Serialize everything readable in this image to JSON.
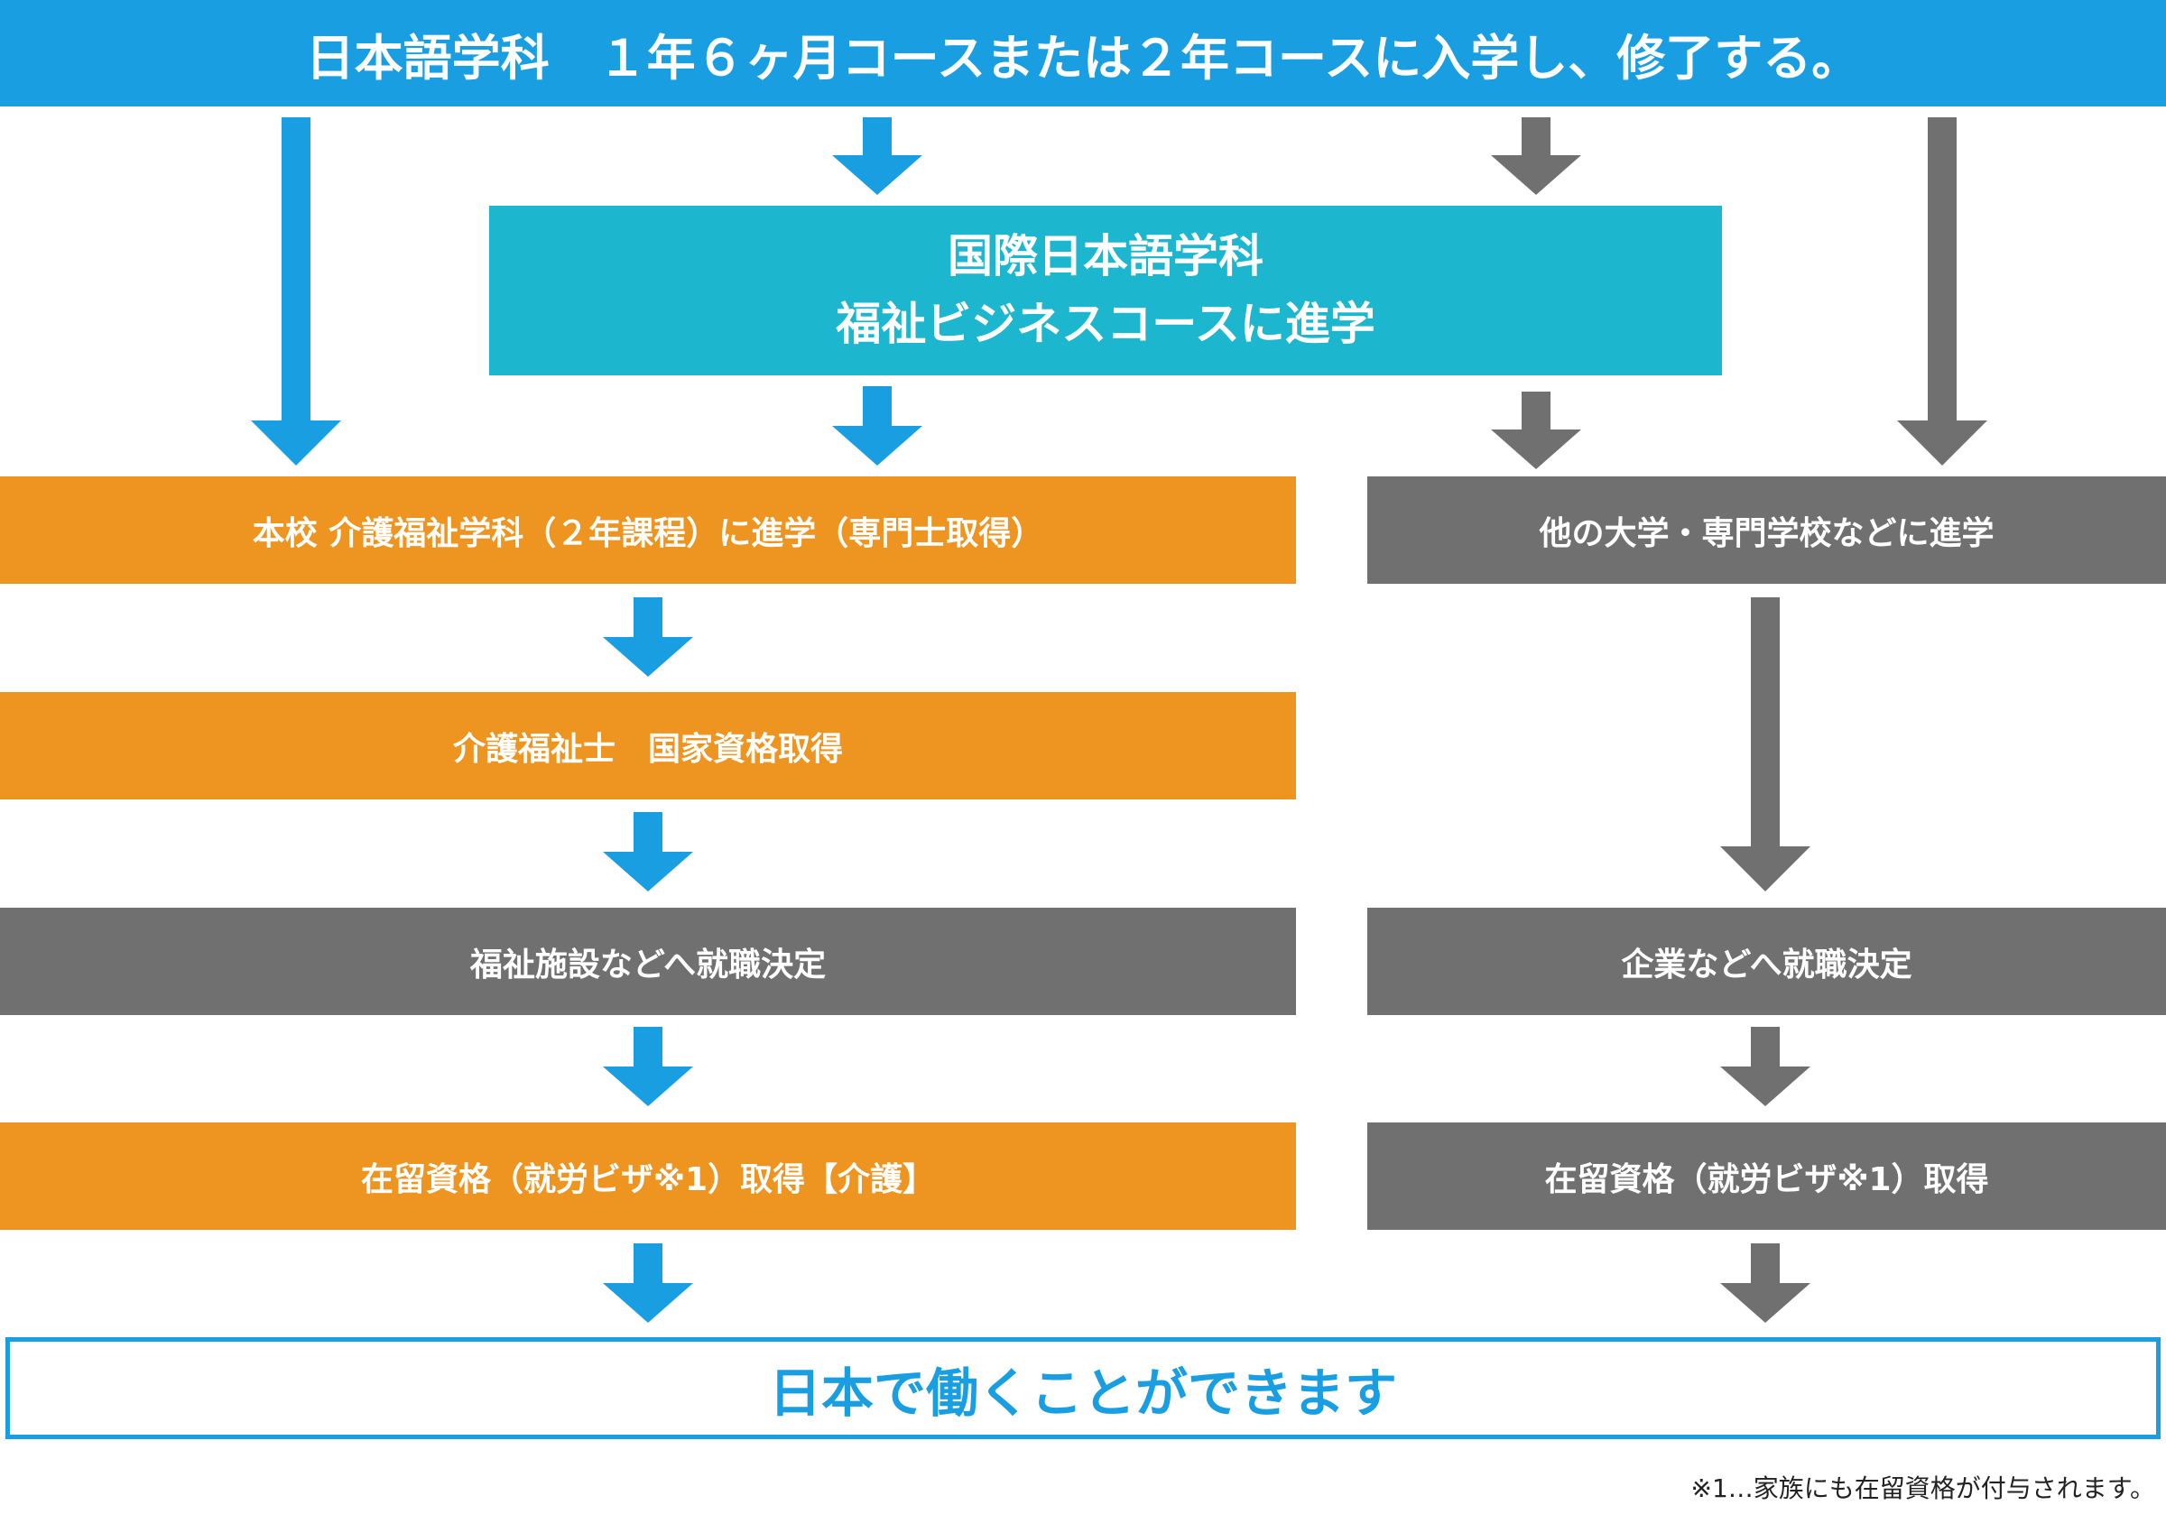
{
  "colors": {
    "blue": "#1a9ee2",
    "teal": "#1db6cf",
    "orange": "#ee9420",
    "gray": "#707070",
    "white": "#ffffff"
  },
  "header": {
    "text": "日本語学科　１年６ヶ月コースまたは２年コースに入学し、修了する。"
  },
  "international_course": {
    "line1": "国際日本語学科",
    "line2": "福祉ビジネスコースに進学"
  },
  "left_path": {
    "step1": "本校 介護福祉学科（２年課程）に進学（専門士取得）",
    "step2": "介護福祉士　国家資格取得",
    "step3": "福祉施設などへ就職決定",
    "step4": "在留資格（就労ビザ※1）取得【介護】"
  },
  "right_path": {
    "step1": "他の大学・専門学校などに進学",
    "step2": "企業などへ就職決定",
    "step3": "在留資格（就労ビザ※1）取得"
  },
  "result": {
    "text": "日本で働くことができます"
  },
  "footnote": {
    "text": "※1…家族にも在留資格が付与されます。"
  }
}
